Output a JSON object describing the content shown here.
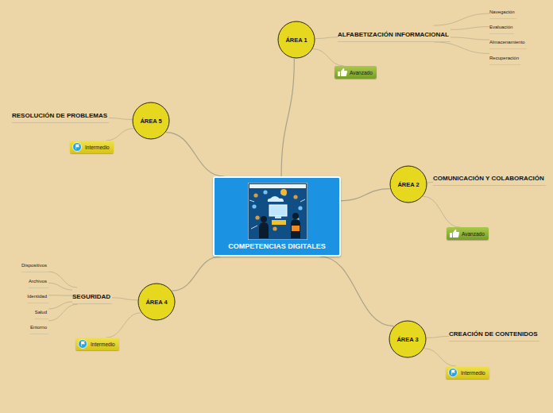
{
  "diagram": {
    "nodes": [
      {
        "text": [
          "COMPETENCIAS DIGITALES"
        ]
      },
      {
        "text": [
          "ÁREA 1"
        ]
      },
      {
        "text": [
          "ALFABETIZACIÓN INFORMACIONAL"
        ]
      },
      {
        "text": [
          "Navegación"
        ]
      },
      {
        "text": [
          "Evaluación"
        ]
      },
      {
        "text": [
          "Almacenamiento"
        ]
      },
      {
        "text": [
          "Recuperación"
        ]
      },
      {
        "text": [
          "Avanzado"
        ]
      },
      {
        "text": [
          "ÁREA 2"
        ]
      },
      {
        "text": [
          "COMUNICACIÓN Y COLABORACIÓN"
        ]
      },
      {
        "text": [
          "Avanzado"
        ]
      },
      {
        "text": [
          "ÁREA 3"
        ]
      },
      {
        "text": [
          "CREACIÓN DE CONTENIDOS"
        ]
      },
      {
        "text": [
          "Intermedio"
        ]
      },
      {
        "text": [
          "ÁREA 4"
        ]
      },
      {
        "text": [
          "SEGURIDAD"
        ]
      },
      {
        "text": [
          "Dispositivos"
        ]
      },
      {
        "text": [
          "Archivos"
        ]
      },
      {
        "text": [
          "Identidad"
        ]
      },
      {
        "text": [
          "Salud"
        ]
      },
      {
        "text": [
          "Entorno"
        ]
      },
      {
        "text": [
          "Intermedio"
        ]
      },
      {
        "text": [
          "ÁREA 5"
        ]
      },
      {
        "text": [
          "RESOLUCIÓN DE PROBLEMAS"
        ]
      },
      {
        "text": [
          "Intermedio"
        ]
      }
    ],
    "edges": [
      {
        "from": 0,
        "to": 1,
        "arrow": "none"
      },
      {
        "from": 1,
        "to": 2,
        "arrow": "none"
      },
      {
        "from": 2,
        "to": 3,
        "arrow": "none"
      },
      {
        "from": 2,
        "to": 4,
        "arrow": "none"
      },
      {
        "from": 2,
        "to": 5,
        "arrow": "none"
      },
      {
        "from": 2,
        "to": 6,
        "arrow": "none"
      },
      {
        "from": 1,
        "to": 7,
        "arrow": "none"
      },
      {
        "from": 0,
        "to": 8,
        "arrow": "none"
      },
      {
        "from": 8,
        "to": 9,
        "arrow": "none"
      },
      {
        "from": 8,
        "to": 10,
        "arrow": "none"
      },
      {
        "from": 0,
        "to": 11,
        "arrow": "none"
      },
      {
        "from": 11,
        "to": 12,
        "arrow": "none"
      },
      {
        "from": 11,
        "to": 13,
        "arrow": "none"
      },
      {
        "from": 0,
        "to": 14,
        "arrow": "none"
      },
      {
        "from": 14,
        "to": 15,
        "arrow": "none"
      },
      {
        "from": 15,
        "to": 16,
        "arrow": "none"
      },
      {
        "from": 15,
        "to": 17,
        "arrow": "none"
      },
      {
        "from": 15,
        "to": 18,
        "arrow": "none"
      },
      {
        "from": 15,
        "to": 19,
        "arrow": "none"
      },
      {
        "from": 15,
        "to": 20,
        "arrow": "none"
      },
      {
        "from": 14,
        "to": 21,
        "arrow": "none"
      },
      {
        "from": 0,
        "to": 22,
        "arrow": "none"
      },
      {
        "from": 22,
        "to": 23,
        "arrow": "none"
      },
      {
        "from": 22,
        "to": 24,
        "arrow": "none"
      }
    ]
  }
}
